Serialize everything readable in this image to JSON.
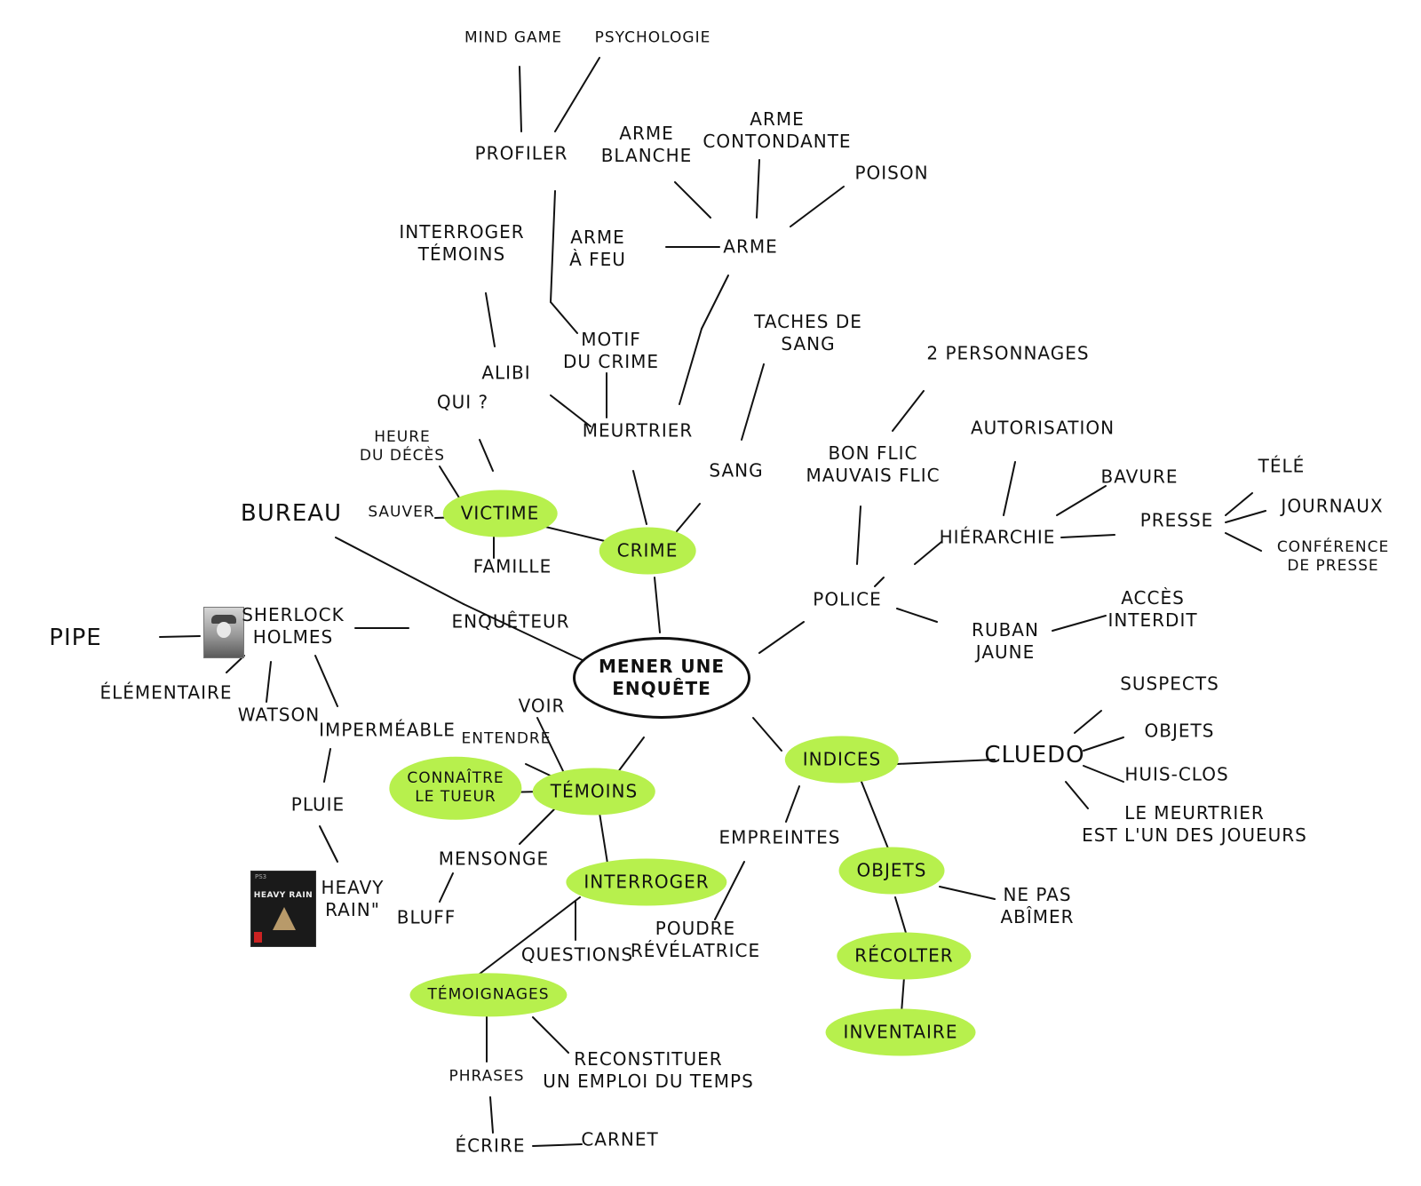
{
  "colors": {
    "highlight": "#b7f04d",
    "ink": "#111111",
    "background": "#ffffff"
  },
  "root": {
    "label": "MENER UNE\nENQUÊTE"
  },
  "labels": {
    "mind_game": "MIND GAME",
    "psychologie": "PSYCHOLOGIE",
    "profiler": "PROFILER",
    "arme_blanche": "ARME\nBLANCHE",
    "arme_contondante": "ARME\nCONTONDANTE",
    "poison": "POISON",
    "interroger_temoins": "INTERROGER\nTÉMOINS",
    "arme_a_feu": "ARME\nÀ FEU",
    "arme": "ARME",
    "taches_de_sang": "TACHES DE\nSANG",
    "motif_du_crime": "MOTIF\nDU CRIME",
    "alibi": "ALIBI",
    "deux_personnages": "2 PERSONNAGES",
    "qui": "QUI ?",
    "meurtrier": "MEURTRIER",
    "autorisation": "AUTORISATION",
    "heure_du_deces": "HEURE\nDU DÉCÈS",
    "bon_flic": "BON FLIC\nMAUVAIS FLIC",
    "sang": "SANG",
    "bavure": "BAVURE",
    "tele": "TÉLÉ",
    "bureau": "BUREAU",
    "victime": "VICTIME",
    "sauver": "SAUVER",
    "journaux": "JOURNAUX",
    "presse": "PRESSE",
    "hierarchie": "HIÉRARCHIE",
    "crime": "CRIME",
    "famille": "FAMILLE",
    "conference": "CONFÉRENCE\nDE PRESSE",
    "police": "POLICE",
    "acces_interdit": "ACCÈS\nINTERDIT",
    "sherlock": "SHERLOCK\nHOLMES",
    "enqueteur": "ENQUÊTEUR",
    "ruban_jaune": "RUBAN\nJAUNE",
    "pipe": "PIPE",
    "elementaire": "ÉLÉMENTAIRE",
    "suspects": "SUSPECTS",
    "voir": "VOIR",
    "watson": "WATSON",
    "impermeable": "IMPERMÉABLE",
    "objets_cluedo": "OBJETS",
    "entendre": "ENTENDRE",
    "cluedo": "CLUEDO",
    "indices": "INDICES",
    "huis_clos": "HUIS-CLOS",
    "connaitre": "CONNAÎTRE\nLE TUEUR",
    "temoins": "TÉMOINS",
    "pluie": "PLUIE",
    "meurtrier_joueurs": "LE MEURTRIER\nEST L'UN DES JOUEURS",
    "empreintes": "EMPREINTES",
    "mensonge": "MENSONGE",
    "objets": "OBJETS",
    "interroger": "INTERROGER",
    "heavy_rain": "HEAVY\nRAIN\"",
    "ne_pas_abimer": "NE PAS\nABÎMER",
    "bluff": "BLUFF",
    "poudre": "POUDRE\nRÉVÉLATRICE",
    "questions": "QUESTIONS",
    "recolter": "RÉCOLTER",
    "temoignages": "TÉMOIGNAGES",
    "inventaire": "INVENTAIRE",
    "phrases": "PHRASES",
    "reconstituer": "RECONSTITUER\nUN EMPLOI DU TEMPS",
    "ecrire": "ÉCRIRE",
    "carnet": "CARNET"
  },
  "images": {
    "heavy_rain_cover": {
      "platform": "PS3",
      "title": "HEAVY RAIN"
    }
  }
}
